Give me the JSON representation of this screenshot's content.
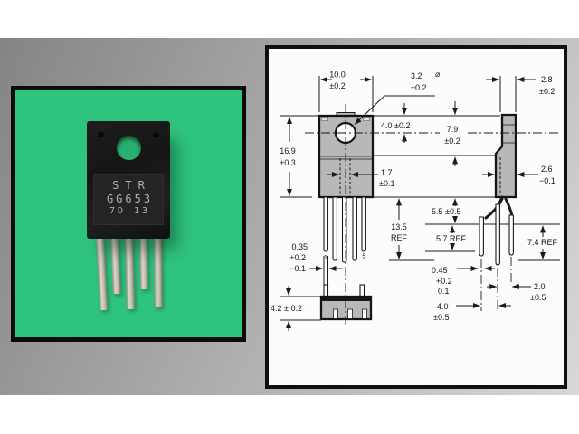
{
  "photo": {
    "marking": [
      "STR",
      "GG653",
      "7D 13"
    ],
    "background_color": "#2fc47e",
    "body_color": "#1a1a1a",
    "lead_color": "#c9c6b9"
  },
  "drawing": {
    "background_color": "#fcfcfa",
    "package_fill_color": "#b8b8b8",
    "line_color": "#1a1a1a",
    "pins": {
      "first": "1",
      "last": "5"
    },
    "dims": {
      "width": [
        "10.0",
        "±0.2"
      ],
      "hole": {
        "lines": [
          "3.2",
          "±0.2"
        ],
        "symbol": "⌀"
      },
      "side_top": [
        "2.8",
        "±0.2"
      ],
      "height": [
        "16.9",
        "±0.3"
      ],
      "hole_from_top": "4.0 ±0.2",
      "tab_length": [
        "7.9",
        "±0.2"
      ],
      "lead_width": [
        "1.7",
        "±0.1"
      ],
      "body_thickness": [
        "2.6",
        "−0.1"
      ],
      "shoulder": "5.5 ±0.5",
      "lead_length": [
        "13.5",
        "REF"
      ],
      "bend": "5.7 REF",
      "splay": "7.4 REF",
      "lead_thickness": [
        "0.35",
        "+0.2",
        "−0.1"
      ],
      "base_depth": "4.2 ± 0.2",
      "formed_thickness": [
        "0.45",
        "+0.2",
        "0.1"
      ],
      "pitch_rear": [
        "2.0",
        "±0.5"
      ],
      "pitch_front": [
        "4.0",
        "±0.5"
      ]
    }
  }
}
